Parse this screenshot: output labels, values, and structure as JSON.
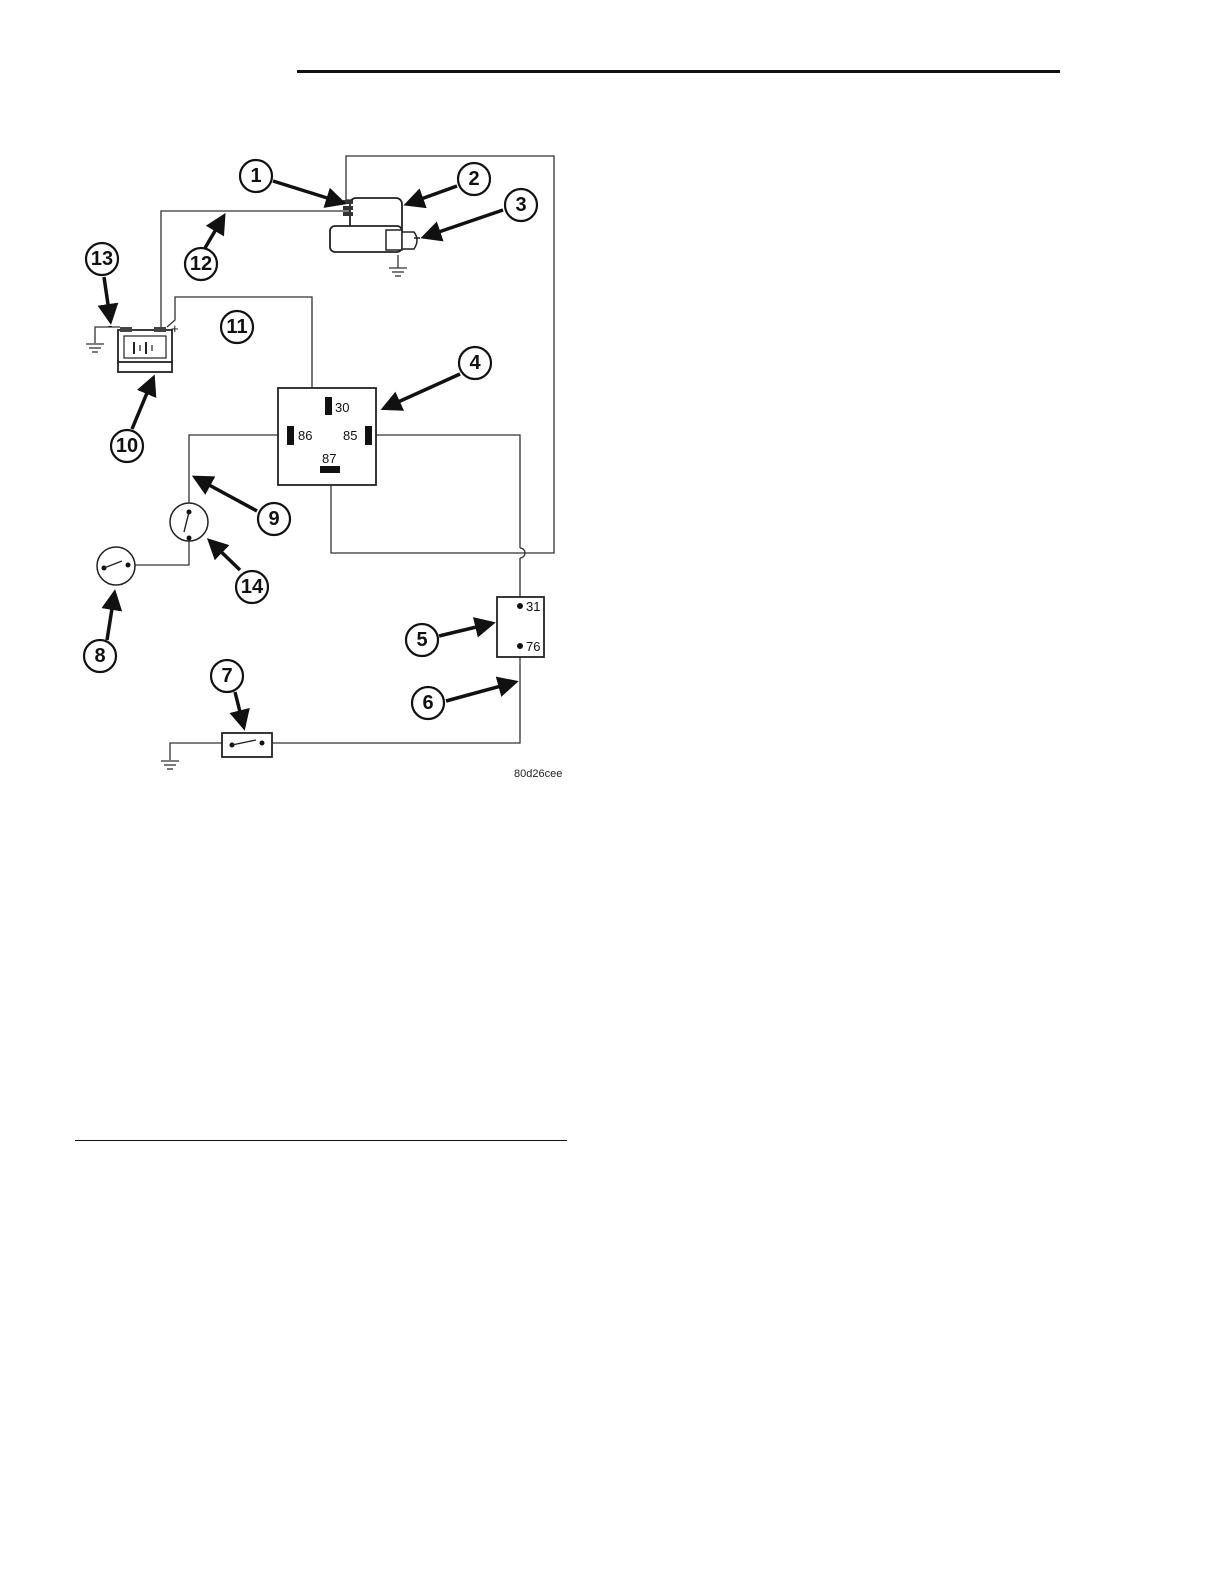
{
  "figure_code": "80d26cee",
  "relay_pins": {
    "p30": "30",
    "p86": "86",
    "p85": "85",
    "p87": "87"
  },
  "module_pins": {
    "p31": "31",
    "p76": "76"
  },
  "battery_terminals": {
    "neg": "-",
    "pos": "+"
  },
  "callouts": [
    "1",
    "2",
    "3",
    "4",
    "5",
    "6",
    "7",
    "8",
    "9",
    "10",
    "11",
    "12",
    "13",
    "14"
  ]
}
